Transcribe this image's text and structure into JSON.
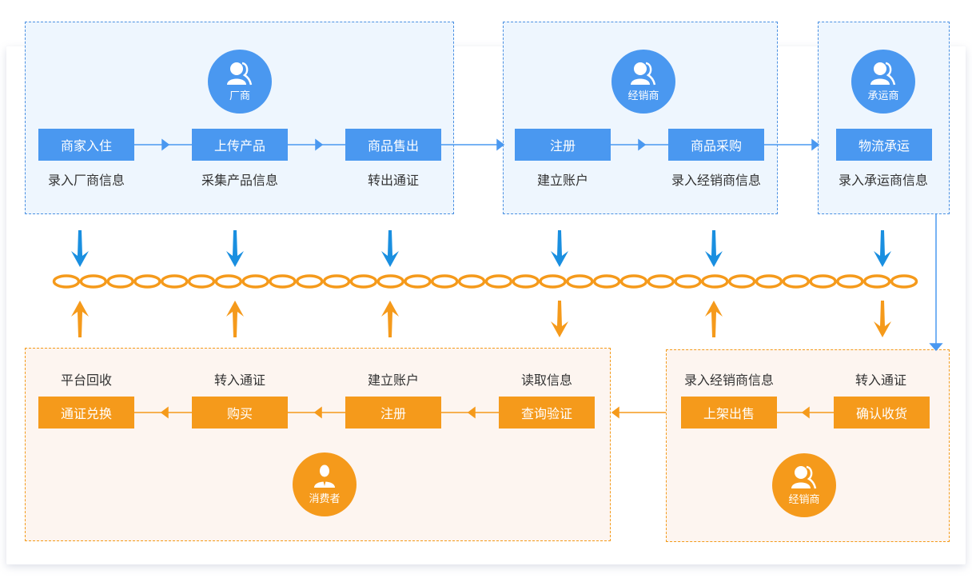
{
  "colors": {
    "blue": "#4a98f0",
    "blue_arrow": "#1a8fe0",
    "orange": "#f59a1b",
    "blue_box_bg": "#eef6fe",
    "orange_box_bg": "#fdf5f0",
    "chain": "#f59a1b"
  },
  "top_groups": [
    {
      "role": {
        "label": "厂商",
        "icon": "users-icon"
      },
      "steps": [
        {
          "label": "商家入住",
          "sub": "录入厂商信息"
        },
        {
          "label": "上传产品",
          "sub": "采集产品信息"
        },
        {
          "label": "商品售出",
          "sub": "转出通证"
        }
      ]
    },
    {
      "role": {
        "label": "经销商",
        "icon": "users-icon"
      },
      "steps": [
        {
          "label": "注册",
          "sub": "建立账户"
        },
        {
          "label": "商品采购",
          "sub": "录入经销商信息"
        }
      ]
    },
    {
      "role": {
        "label": "承运商",
        "icon": "users-icon"
      },
      "steps": [
        {
          "label": "物流承运",
          "sub": "录入承运商信息"
        }
      ]
    }
  ],
  "bottom_groups": [
    {
      "role": {
        "label": "消费者",
        "icon": "person-tie-icon"
      },
      "steps": [
        {
          "label": "通证兑换",
          "sub": "平台回收"
        },
        {
          "label": "购买",
          "sub": "转入通证"
        },
        {
          "label": "注册",
          "sub": "建立账户"
        },
        {
          "label": "查询验证",
          "sub": "读取信息"
        }
      ]
    },
    {
      "role": {
        "label": "经销商",
        "icon": "users-icon"
      },
      "steps": [
        {
          "label": "上架出售",
          "sub": "录入经销商信息"
        },
        {
          "label": "确认收货",
          "sub": "转入通证"
        }
      ]
    }
  ],
  "chain": {
    "link_count": 32,
    "blue_down_arrows": 6,
    "orange_arrow_directions": [
      "up",
      "up",
      "up",
      "down",
      "up",
      "down"
    ]
  }
}
